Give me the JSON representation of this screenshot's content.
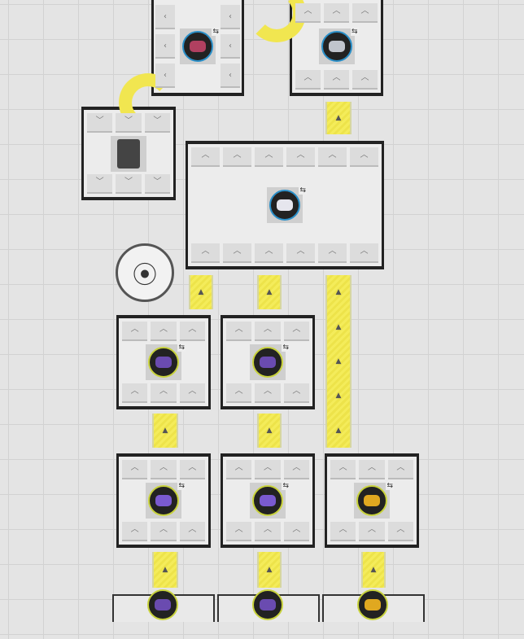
{
  "colors": {
    "belt": "#f1e650",
    "machine_border": "#222222",
    "ring_blue": "#2a8fc8",
    "ring_green": "#c8d23c"
  },
  "machines": [
    {
      "id": "m1",
      "kind": "vertical-sides",
      "item": "circuit-board-icon",
      "ring": "blue",
      "item_color": "#b04060"
    },
    {
      "id": "m2",
      "kind": "smelter",
      "item": "wire-bundle-icon",
      "ring": "blue",
      "item_color": "#c0c4cc"
    },
    {
      "id": "m3",
      "kind": "storage",
      "item": "storage-container-icon"
    },
    {
      "id": "m4",
      "kind": "large",
      "item": "cube-icon",
      "ring": "blue",
      "item_color": "#e6e6ee"
    },
    {
      "id": "m5",
      "kind": "miner",
      "item": "purple-ore-icon",
      "ring": "green",
      "item_color": "#6a4bb0"
    },
    {
      "id": "m6",
      "kind": "miner",
      "item": "purple-ore-icon",
      "ring": "green",
      "item_color": "#6a4bb0"
    },
    {
      "id": "m7",
      "kind": "processor",
      "item": "purple-crystal-icon",
      "ring": "green",
      "item_color": "#7a5ad0"
    },
    {
      "id": "m8",
      "kind": "processor",
      "item": "purple-crystal-icon",
      "ring": "green",
      "item_color": "#7a5ad0"
    },
    {
      "id": "m9",
      "kind": "processor",
      "item": "gold-ore-icon",
      "ring": "green",
      "item_color": "#e0a820"
    }
  ],
  "outputs": [
    {
      "item": "purple-ore-icon",
      "item_color": "#6a4bb0"
    },
    {
      "item": "purple-ore-icon",
      "item_color": "#6a4bb0"
    },
    {
      "item": "gold-ore-icon",
      "item_color": "#e0a820"
    }
  ],
  "radar": {
    "icon": "radar-tower-icon",
    "glyph": "⦿"
  },
  "glyphs": {
    "up": "︿",
    "down": "﹀",
    "left": "‹",
    "swap": "⇆",
    "arrow": "▲"
  }
}
